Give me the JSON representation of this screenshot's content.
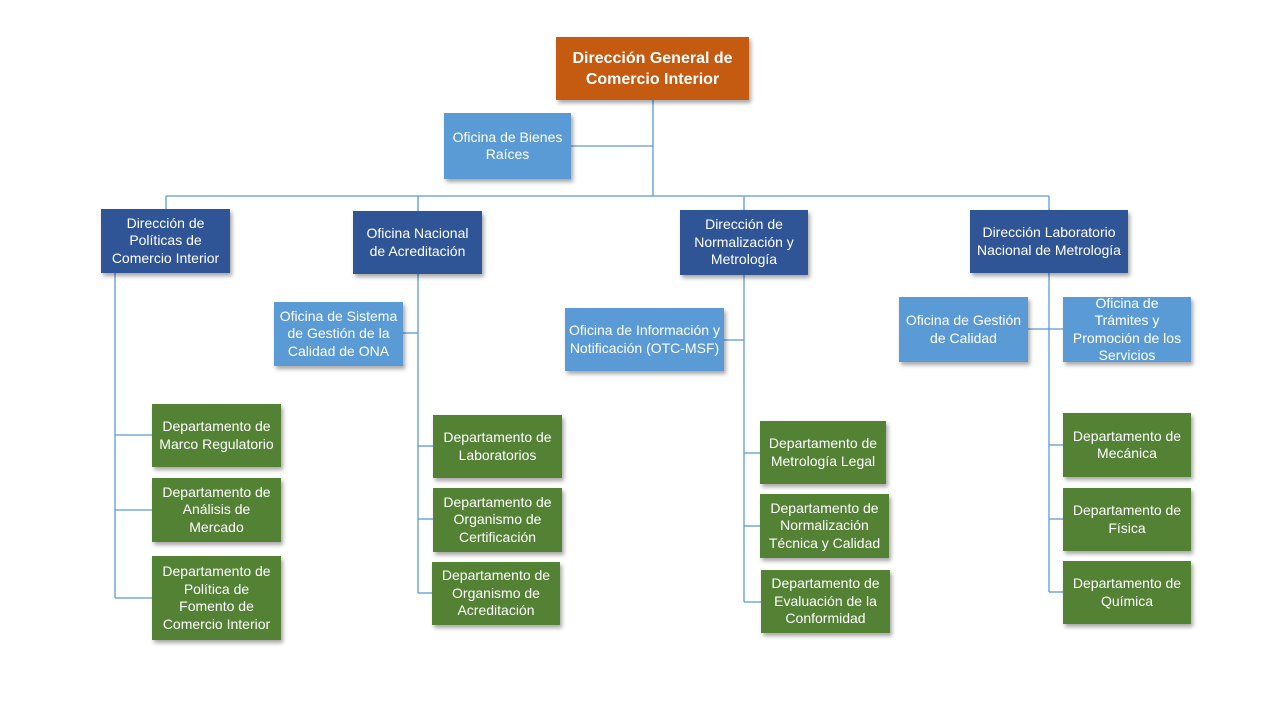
{
  "colors": {
    "top": "#C55A11",
    "direction": "#2F5597",
    "office": "#5B9BD5",
    "department": "#548235",
    "connector": "#5B9BD5"
  },
  "top": "Dirección General de Comercio Interior",
  "staff_office": "Oficina de Bienes Raíces",
  "branches": [
    {
      "title": "Dirección de Políticas de Comercio Interior",
      "offices": [],
      "departments": [
        "Departamento de Marco Regulatorio",
        "Departamento de Análisis de Mercado",
        "Departamento de Política de Fomento de Comercio Interior"
      ]
    },
    {
      "title": "Oficina Nacional de Acreditación",
      "offices": [
        "Oficina de Sistema de Gestión de la Calidad de ONA"
      ],
      "departments": [
        "Departamento de Laboratorios",
        "Departamento de Organismo de Certificación",
        "Departamento de Organismo de Acreditación"
      ]
    },
    {
      "title": "Dirección de Normalización y Metrología",
      "offices": [
        "Oficina de Información y Notificación (OTC-MSF)"
      ],
      "departments": [
        "Departamento de Metrología Legal",
        "Departamento de Normalización Técnica y Calidad",
        "Departamento de Evaluación de la Conformidad"
      ]
    },
    {
      "title": "Dirección Laboratorio Nacional de Metrología",
      "offices": [
        "Oficina de Gestión de Calidad",
        "Oficina de Trámites y Promoción de los Servicios"
      ],
      "departments": [
        "Departamento de Mecánica",
        "Departamento de Física",
        "Departamento de Química"
      ]
    }
  ]
}
